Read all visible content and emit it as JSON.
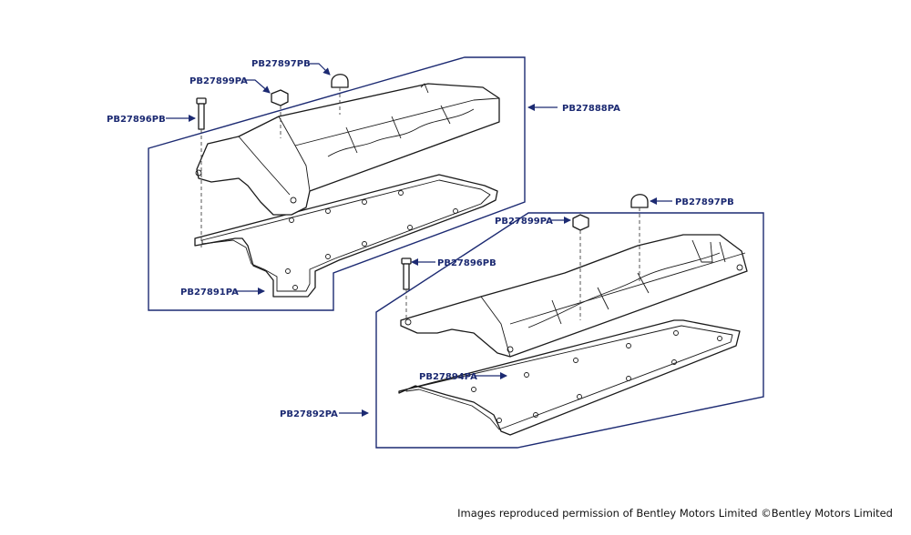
{
  "diagram": {
    "group_upper": {
      "cover_label": "PB27888PA",
      "gasket_label": "PB27891PA",
      "bolt_label": "PB27896PB",
      "nut_label": "PB27899PA",
      "cap_label": "PB27897PB"
    },
    "group_lower": {
      "cover_label": "PB27892PA",
      "gasket_label": "PB27894PA",
      "bolt_label": "PB27896PB",
      "nut_label": "PB27899PA",
      "cap_label": "PB27897PB"
    }
  },
  "footer": {
    "copyright": "Images reproduced permission of Bentley Motors Limited ©Bentley Motors Limited"
  },
  "colors": {
    "label": "#1c2a72",
    "line": "#1a1a1a"
  }
}
